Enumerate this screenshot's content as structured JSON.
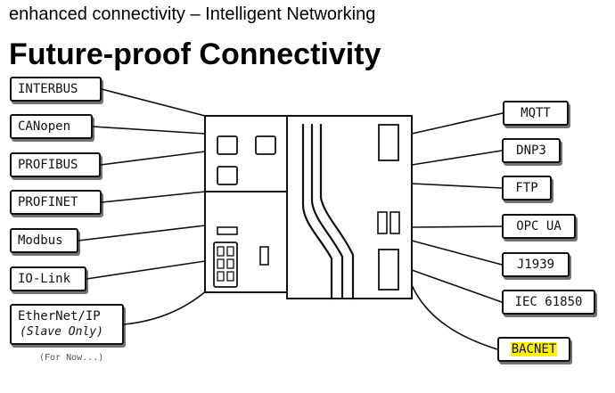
{
  "header": {
    "subtitle": "enhanced connectivity – Intelligent Networking",
    "title": "Future-proof Connectivity"
  },
  "left_protocols": [
    {
      "label": "INTERBUS"
    },
    {
      "label": "CANopen"
    },
    {
      "label": "PROFIBUS"
    },
    {
      "label": "PROFINET"
    },
    {
      "label": "Modbus"
    },
    {
      "label": "IO-Link"
    },
    {
      "label": "EtherNet/IP",
      "sublabel": "(Slave Only)"
    }
  ],
  "left_note": "(For Now...)",
  "right_protocols": [
    {
      "label": "MQTT"
    },
    {
      "label": "DNP3"
    },
    {
      "label": "FTP"
    },
    {
      "label": "OPC UA"
    },
    {
      "label": "J1939"
    },
    {
      "label": "IEC 61850"
    },
    {
      "label": "BACNET",
      "highlight": "#fff200"
    }
  ]
}
